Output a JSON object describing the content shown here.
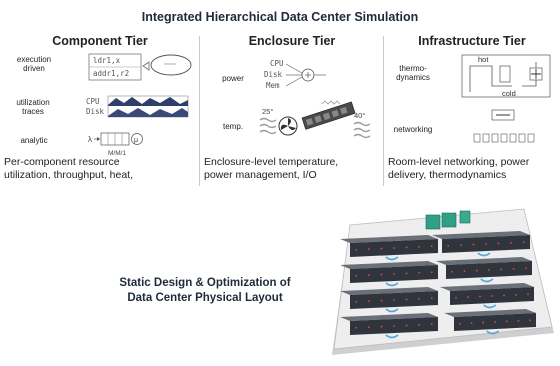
{
  "title": "Integrated Hierarchical Data Center Simulation",
  "component_tier": {
    "heading": "Component Tier",
    "execution_label_1": "execution",
    "execution_label_2": "driven",
    "code_line_1": "ldr1,x",
    "code_line_2": "addr1,r2",
    "utilization_label_1": "utilization",
    "utilization_label_2": "traces",
    "trace_cpu": "CPU",
    "trace_disk": "Disk",
    "analytic_label": "analytic",
    "lambda": "λ",
    "mu": "μ",
    "queue_model": "M/M/1",
    "footer_line_1": "Per-component  resource",
    "footer_line_2": "utilization,  throughput, heat,"
  },
  "enclosure_tier": {
    "heading": "Enclosure Tier",
    "power_label": "power",
    "sources": [
      "CPU",
      "Disk",
      "Mem"
    ],
    "temp_label": "temp.",
    "temp_left": "25°",
    "temp_right": "40°",
    "footer_line_1": "Enclosure-level temperature,",
    "footer_line_2": "power management, I/O"
  },
  "infrastructure_tier": {
    "heading": "Infrastructure Tier",
    "thermo_label_1": "thermo-",
    "thermo_label_2": "dynamics",
    "hot_label": "hot",
    "cold_label": "cold",
    "networking_label": "networking",
    "footer_line_1": "Room-level networking, power",
    "footer_line_2": "delivery, thermodynamics"
  },
  "static_design": {
    "line_1": "Static Design & Optimization of",
    "line_2": "Data Center Physical Layout"
  }
}
